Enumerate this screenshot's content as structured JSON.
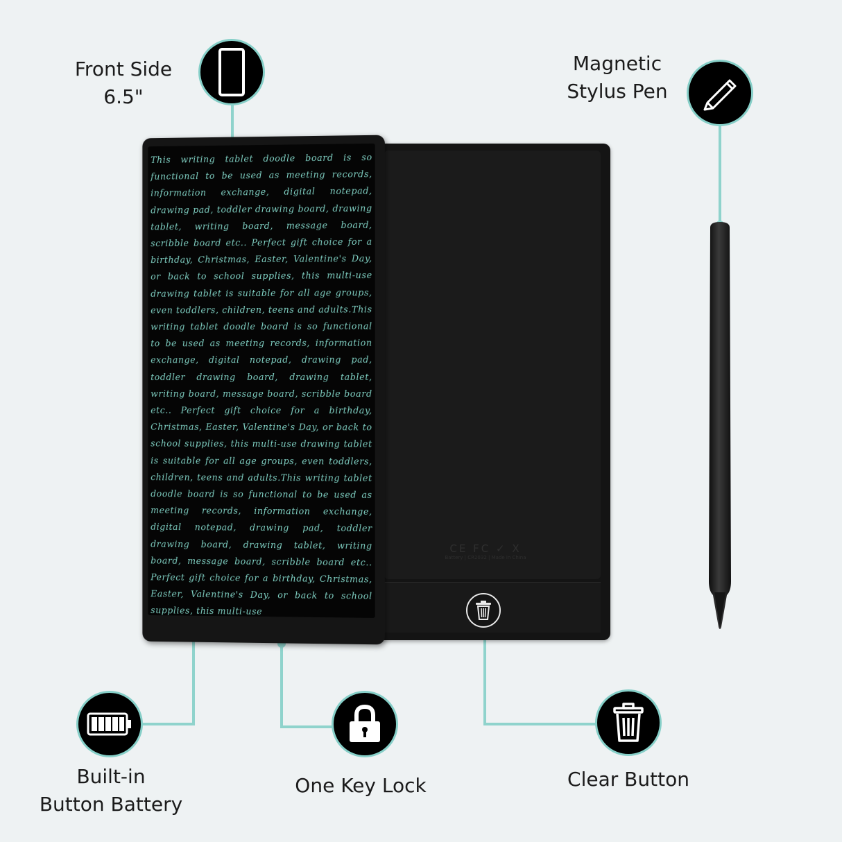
{
  "labels": {
    "front_side_line1": "Front Side",
    "front_side_line2": "6.5\"",
    "stylus_line1": "Magnetic",
    "stylus_line2": "Stylus Pen",
    "battery_line1": "Built-in",
    "battery_line2": "Button Battery",
    "lock": "One Key Lock",
    "clear": "Clear Button"
  },
  "icons": {
    "front": "tablet-icon",
    "stylus": "pencil-icon",
    "battery": "battery-icon",
    "lock": "lock-icon",
    "clear": "trash-icon",
    "device_clear": "trash-icon"
  },
  "screen_text": "This writing tablet doodle board is so functional to be used as meeting records, information exchange, digital notepad, drawing pad, toddler drawing board, drawing tablet, writing board, message board, scribble board etc.. Perfect gift choice for a birthday, Christmas, Easter, Valentine's Day, or back to school supplies, this multi-use drawing tablet is suitable for all age groups, even toddlers, children, teens and adults.This writing tablet doodle board is so functional to be used as meeting records, information exchange, digital notepad, drawing pad, toddler drawing board, drawing tablet, writing board, message board, scribble board etc.. Perfect gift choice for a birthday, Christmas, Easter, Valentine's Day, or back to school supplies, this multi-use drawing tablet is suitable for all age groups, even toddlers, children, teens and adults.This writing tablet doodle board is so functional to be used as meeting records, information exchange, digital notepad, drawing pad, toddler drawing board, drawing tablet, writing board, message board, scribble board etc.. Perfect gift choice for a birthday, Christmas, Easter, Valentine's Day, or back to school supplies, this multi-use",
  "certification": {
    "marks": "CE FC ✓ X",
    "small_print": "Battery | CR2032 | Made in China"
  },
  "colors": {
    "accent": "#8fd3cc",
    "background": "#eef2f3",
    "screen_text": "#7fcfc2",
    "device": "#151515"
  }
}
